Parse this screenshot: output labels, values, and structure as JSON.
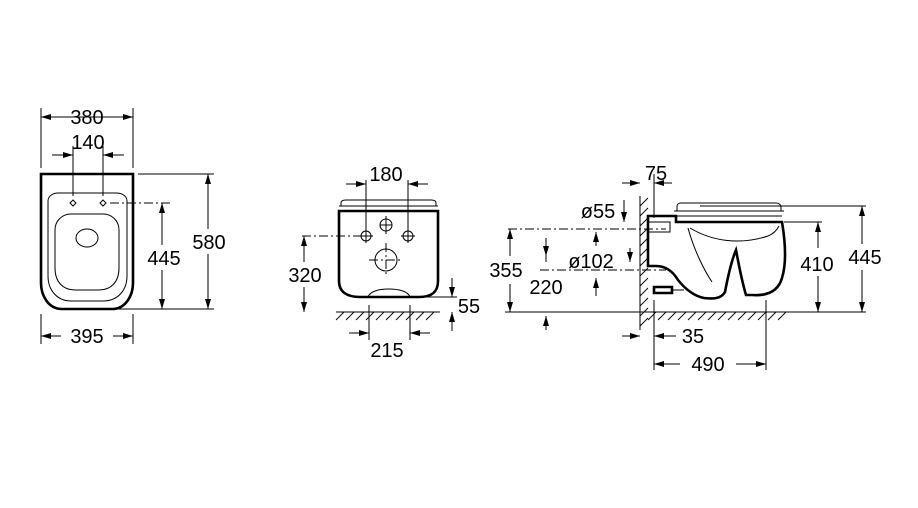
{
  "front_view": {
    "width_top": "380",
    "hole_spacing": "140",
    "height_holes": "445",
    "length": "580",
    "width_bottom": "395"
  },
  "back_view": {
    "hole_spacing": "180",
    "hole_height": "320",
    "outlet_height": "55",
    "outlet_width": "215"
  },
  "side_view": {
    "wall_offset": "75",
    "inlet_diameter": "ø55",
    "outlet_diameter": "ø102",
    "inlet_height": "355",
    "outlet_height": "220",
    "bowl_height": "410",
    "total_height": "445",
    "outlet_offset": "35",
    "projection": "490"
  }
}
